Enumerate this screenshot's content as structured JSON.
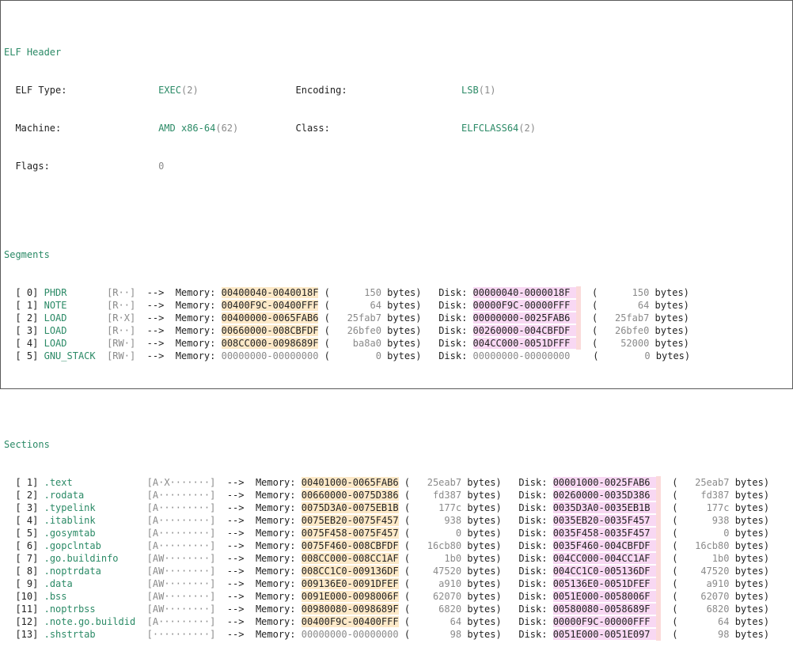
{
  "header": {
    "title": "ELF Header",
    "fields": [
      {
        "k": "ELF Type:",
        "v": "EXEC",
        "n": "2"
      },
      {
        "k": "Machine:",
        "v": "AMD x86-64",
        "n": "62"
      },
      {
        "k": "Flags:",
        "v": "0",
        "n": ""
      }
    ],
    "right": [
      {
        "k": "Encoding:",
        "v": "LSB",
        "n": "1"
      },
      {
        "k": "Class:",
        "v": "ELFCLASS64",
        "n": "2"
      }
    ]
  },
  "segments": {
    "title": "Segments",
    "items": [
      {
        "idx": "[ 0]",
        "name": "PHDR",
        "flags": "[R··]",
        "ms": "00400040",
        "me": "0040018F",
        "msz": "150",
        "ds": "00000040",
        "de": "0000018F",
        "dsz": "150",
        "hl": true
      },
      {
        "idx": "[ 1]",
        "name": "NOTE",
        "flags": "[R··]",
        "ms": "00400F9C",
        "me": "00400FFF",
        "msz": "64",
        "ds": "00000F9C",
        "de": "00000FFF",
        "dsz": "64",
        "hl": true
      },
      {
        "idx": "[ 2]",
        "name": "LOAD",
        "flags": "[R·X]",
        "ms": "00400000",
        "me": "0065FAB6",
        "msz": "25fab7",
        "ds": "00000000",
        "de": "0025FAB6",
        "dsz": "25fab7",
        "hl": true
      },
      {
        "idx": "[ 3]",
        "name": "LOAD",
        "flags": "[R··]",
        "ms": "00660000",
        "me": "008CBFDF",
        "msz": "26bfe0",
        "ds": "00260000",
        "de": "004CBFDF",
        "dsz": "26bfe0",
        "hl": true
      },
      {
        "idx": "[ 4]",
        "name": "LOAD",
        "flags": "[RW·]",
        "ms": "008CC000",
        "me": "0098689F",
        "msz": "ba8a0",
        "ds": "004CC000",
        "de": "0051DFFF",
        "dsz": "52000",
        "hl": true
      },
      {
        "idx": "[ 5]",
        "name": "GNU_STACK",
        "flags": "[RW·]",
        "ms": "00000000",
        "me": "00000000",
        "msz": "0",
        "ds": "00000000",
        "de": "00000000",
        "dsz": "0",
        "hl": false
      }
    ]
  },
  "sections": {
    "title": "Sections",
    "items": [
      {
        "idx": "[ 1]",
        "name": ".text",
        "flags": "[A·X·······]",
        "ms": "00401000",
        "me": "0065FAB6",
        "msz": "25eab7",
        "ds": "00001000",
        "de": "0025FAB6",
        "dsz": "25eab7",
        "mh": true,
        "dh": true
      },
      {
        "idx": "[ 2]",
        "name": ".rodata",
        "flags": "[A·········]",
        "ms": "00660000",
        "me": "0075D386",
        "msz": "fd387",
        "ds": "00260000",
        "de": "0035D386",
        "dsz": "fd387",
        "mh": true,
        "dh": true
      },
      {
        "idx": "[ 3]",
        "name": ".typelink",
        "flags": "[A·········]",
        "ms": "0075D3A0",
        "me": "0075EB1B",
        "msz": "177c",
        "ds": "0035D3A0",
        "de": "0035EB1B",
        "dsz": "177c",
        "mh": true,
        "dh": true
      },
      {
        "idx": "[ 4]",
        "name": ".itablink",
        "flags": "[A·········]",
        "ms": "0075EB20",
        "me": "0075F457",
        "msz": "938",
        "ds": "0035EB20",
        "de": "0035F457",
        "dsz": "938",
        "mh": true,
        "dh": true
      },
      {
        "idx": "[ 5]",
        "name": ".gosymtab",
        "flags": "[A·········]",
        "ms": "0075F458",
        "me": "0075F457",
        "msz": "0",
        "ds": "0035F458",
        "de": "0035F457",
        "dsz": "0",
        "mh": true,
        "dh": true
      },
      {
        "idx": "[ 6]",
        "name": ".gopclntab",
        "flags": "[A·········]",
        "ms": "0075F460",
        "me": "008CBFDF",
        "msz": "16cb80",
        "ds": "0035F460",
        "de": "004CBFDF",
        "dsz": "16cb80",
        "mh": true,
        "dh": true
      },
      {
        "idx": "[ 7]",
        "name": ".go.buildinfo",
        "flags": "[AW········]",
        "ms": "008CC000",
        "me": "008CC1AF",
        "msz": "1b0",
        "ds": "004CC000",
        "de": "004CC1AF",
        "dsz": "1b0",
        "mh": true,
        "dh": true
      },
      {
        "idx": "[ 8]",
        "name": ".noptrdata",
        "flags": "[AW········]",
        "ms": "008CC1C0",
        "me": "009136DF",
        "msz": "47520",
        "ds": "004CC1C0",
        "de": "005136DF",
        "dsz": "47520",
        "mh": true,
        "dh": true
      },
      {
        "idx": "[ 9]",
        "name": ".data",
        "flags": "[AW········]",
        "ms": "009136E0",
        "me": "0091DFEF",
        "msz": "a910",
        "ds": "005136E0",
        "de": "0051DFEF",
        "dsz": "a910",
        "mh": true,
        "dh": true
      },
      {
        "idx": "[10]",
        "name": ".bss",
        "flags": "[AW········]",
        "ms": "0091E000",
        "me": "0098006F",
        "msz": "62070",
        "ds": "0051E000",
        "de": "0058006F",
        "dsz": "62070",
        "mh": true,
        "dh": true
      },
      {
        "idx": "[11]",
        "name": ".noptrbss",
        "flags": "[AW········]",
        "ms": "00980080",
        "me": "0098689F",
        "msz": "6820",
        "ds": "00580080",
        "de": "0058689F",
        "dsz": "6820",
        "mh": true,
        "dh": true
      },
      {
        "idx": "[12]",
        "name": ".note.go.buildid",
        "flags": "[A·········]",
        "ms": "00400F9C",
        "me": "00400FFF",
        "msz": "64",
        "ds": "00000F9C",
        "de": "00000FFF",
        "dsz": "64",
        "mh": true,
        "dh": true
      },
      {
        "idx": "[13]",
        "name": ".shstrtab",
        "flags": "[··········]",
        "ms": "00000000",
        "me": "00000000",
        "msz": "98",
        "ds": "0051E000",
        "de": "0051E097",
        "dsz": "98",
        "mh": false,
        "dh": true
      }
    ]
  },
  "labels": {
    "arrow": "-->",
    "memory": "Memory:",
    "disk": "Disk:",
    "bytes": "bytes"
  }
}
